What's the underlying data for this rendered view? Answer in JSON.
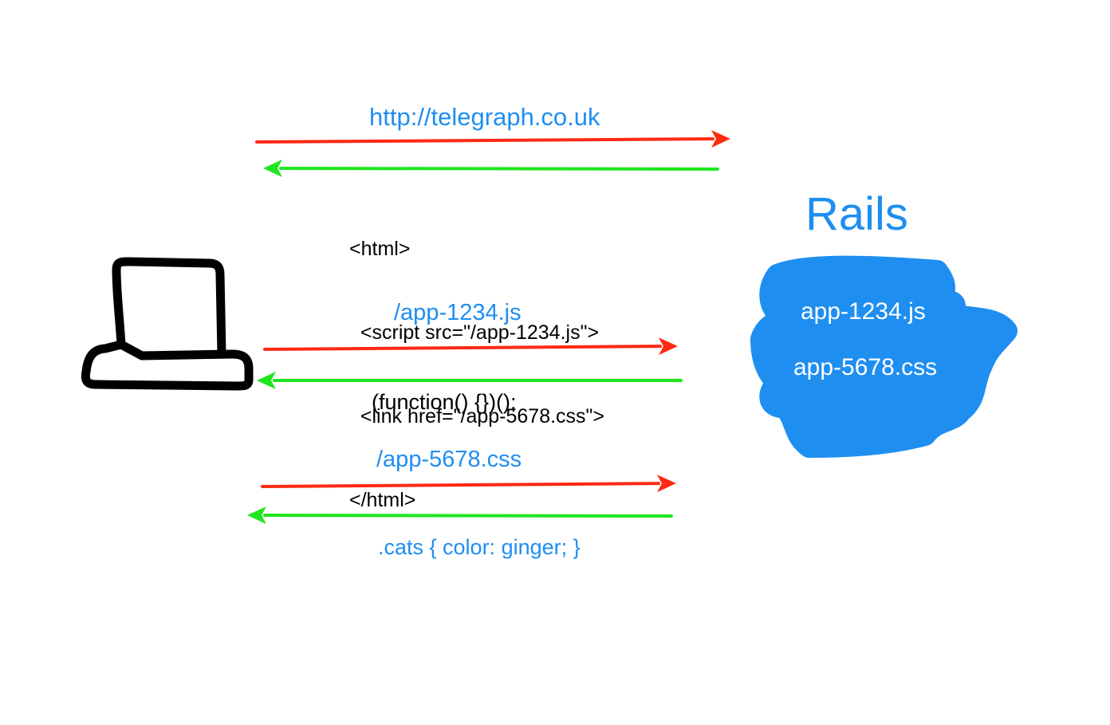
{
  "diagram": {
    "request_1": {
      "label": "http://telegraph.co.uk"
    },
    "response_1": {
      "code_lines": [
        "<html>",
        "  <script src=\"/app-1234.js\">",
        "  <link href=\"/app-5678.css\">",
        "</html>"
      ]
    },
    "request_2": {
      "label": "/app-1234.js"
    },
    "response_2": {
      "label": "(function() {})();"
    },
    "request_3": {
      "label": "/app-5678.css"
    },
    "response_3": {
      "label": ".cats { color: ginger; }"
    },
    "server": {
      "label": "Rails",
      "assets": [
        "app-1234.js",
        "app-5678.css"
      ]
    },
    "client": {
      "icon": "laptop-icon"
    }
  },
  "colors": {
    "request_arrow": "#ff2a12",
    "response_arrow": "#1ee61e",
    "blue_text": "#1f8ef1",
    "server_blob": "#1f8ef1",
    "laptop": "#000000"
  }
}
